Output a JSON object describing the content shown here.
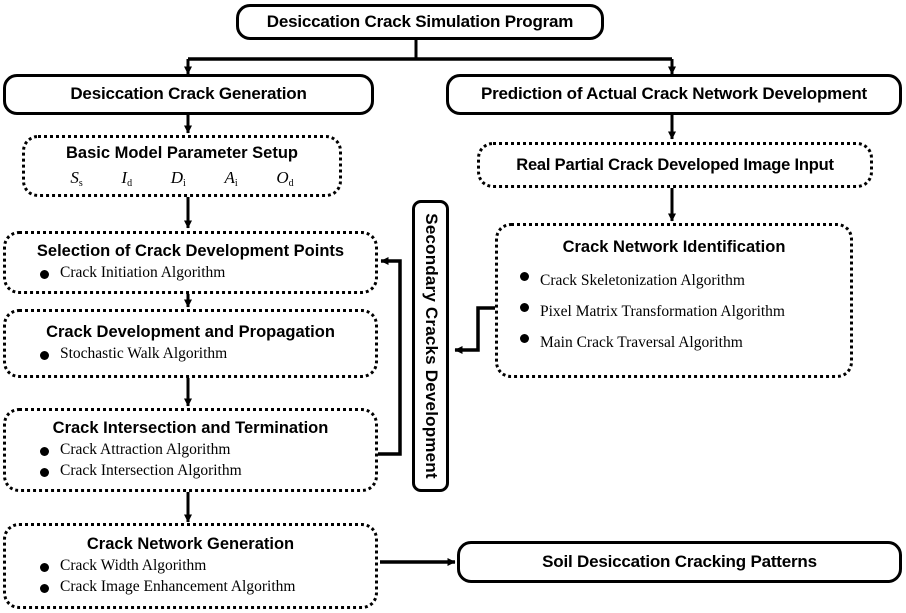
{
  "diagram": {
    "title": "Desiccation Crack Simulation Program flowchart",
    "root": {
      "label": "Desiccation Crack Simulation Program"
    },
    "branches": {
      "left": {
        "label": "Desiccation Crack Generation"
      },
      "right": {
        "label": "Prediction of Actual Crack Network Development"
      }
    },
    "left_column": [
      {
        "header": "Basic Model Parameter Setup",
        "parameters": [
          {
            "symbol": "S",
            "sub": "s"
          },
          {
            "symbol": "I",
            "sub": "d"
          },
          {
            "symbol": "D",
            "sub": "i"
          },
          {
            "symbol": "A",
            "sub": "i"
          },
          {
            "symbol": "O",
            "sub": "d"
          }
        ]
      },
      {
        "header": "Selection of Crack Development Points",
        "items": [
          "Crack Initiation Algorithm"
        ]
      },
      {
        "header": "Crack Development and Propagation",
        "items": [
          "Stochastic Walk Algorithm"
        ]
      },
      {
        "header": "Crack Intersection and Termination",
        "items": [
          "Crack Attraction Algorithm",
          "Crack Intersection Algorithm"
        ]
      },
      {
        "header": "Crack Network Generation",
        "items": [
          "Crack Width Algorithm",
          "Crack Image Enhancement Algorithm"
        ]
      }
    ],
    "right_column": [
      {
        "header": "Real Partial Crack Developed Image Input"
      },
      {
        "header": "Crack Network Identification",
        "items": [
          "Crack Skeletonization Algorithm",
          "Pixel Matrix Transformation Algorithm",
          "Main Crack Traversal Algorithm"
        ]
      }
    ],
    "middle": {
      "label": "Secondary Cracks Development"
    },
    "output": {
      "label": "Soil Desiccation Cracking Patterns"
    },
    "colors": {
      "line": "#000000",
      "background": "#ffffff",
      "text": "#000000"
    }
  }
}
